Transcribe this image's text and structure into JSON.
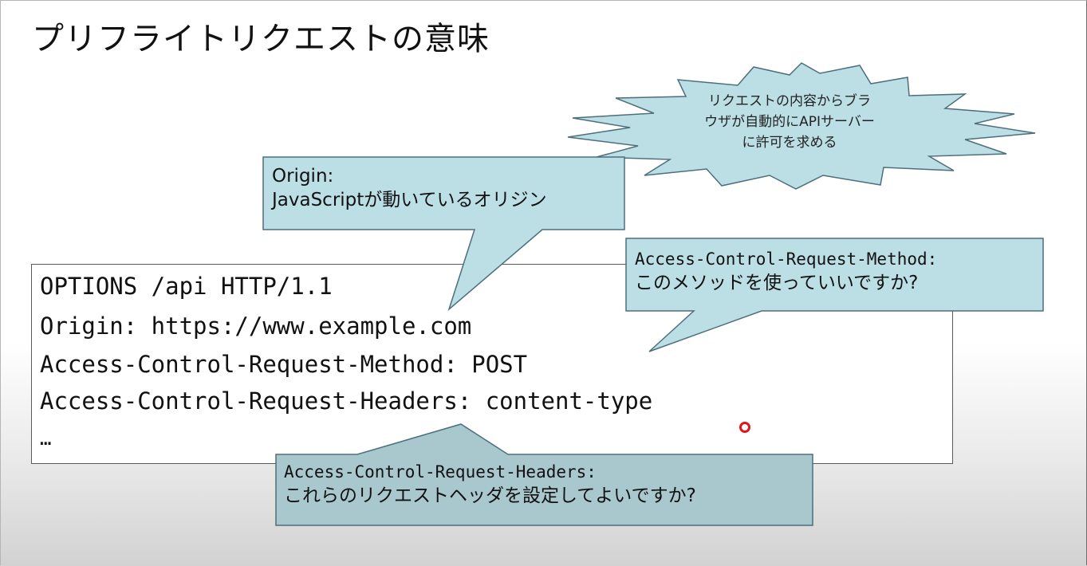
{
  "slide": {
    "title": "プリフライトリクエストの意味"
  },
  "request": {
    "lines": [
      "OPTIONS /api HTTP/1.1",
      "Origin: https://www.example.com",
      "Access-Control-Request-Method: POST",
      "Access-Control-Request-Headers: content-type",
      "…"
    ]
  },
  "callouts": {
    "burst": {
      "lines": [
        "リクエストの内容からブラ",
        "ウザが自動的にAPIサーバー",
        "に許可を求める"
      ],
      "color": "#bcdfe6"
    },
    "origin": {
      "heading": "Origin:",
      "body": "JavaScriptが動いているオリジン",
      "color": "#bcdfe6"
    },
    "method": {
      "heading": "Access-Control-Request-Method:",
      "body": "このメソッドを使っていいですか?",
      "color": "#bcdfe6"
    },
    "headers": {
      "heading": "Access-Control-Request-Headers:",
      "body": "これらのリクエストヘッダを設定してよいですか?",
      "color": "#a9c8ce"
    }
  },
  "cursor": {
    "color": "#e3151a"
  }
}
